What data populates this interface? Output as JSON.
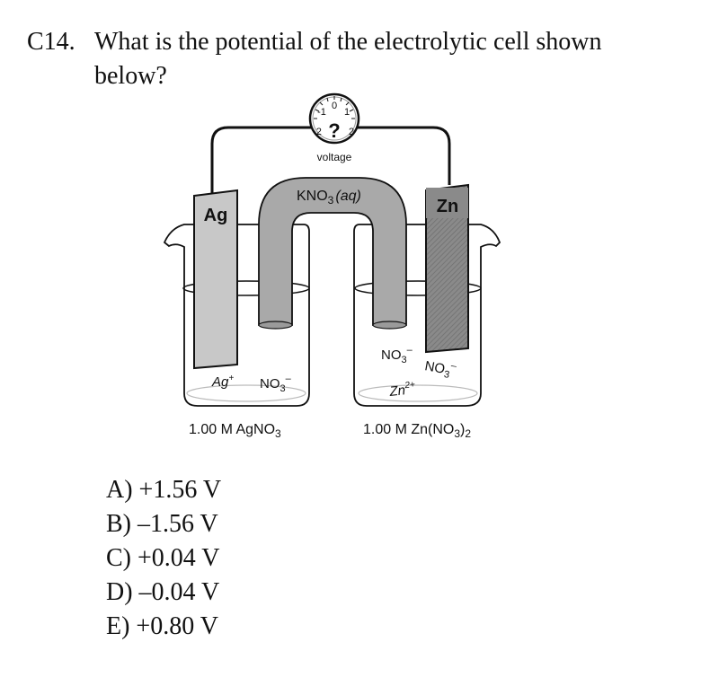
{
  "question": {
    "number": "C14.",
    "line1": "What is the potential of the electrolytic cell shown",
    "line2": "below?"
  },
  "diagram": {
    "meter": {
      "ticks": [
        "-2",
        "-1",
        "0",
        "1",
        "2"
      ],
      "symbol": "?",
      "label": "voltage"
    },
    "salt_bridge_label": {
      "formula_main": "KNO",
      "formula_sub": "3",
      "state": "(aq)"
    },
    "left_electrode": "Ag",
    "right_electrode": "Zn",
    "left_ions": {
      "cation": "Ag",
      "cation_charge": "+",
      "anion_main": "NO",
      "anion_sub": "3",
      "anion_charge": "–"
    },
    "right_ions": {
      "anion1_main": "NO",
      "anion1_sub": "3",
      "anion1_charge": "–",
      "anion2_main": "NO",
      "anion2_sub": "3",
      "anion2_charge": "–",
      "cation": "Zn",
      "cation_charge": "2+"
    },
    "left_solution": {
      "text": "1.00 M AgNO",
      "sub": "3"
    },
    "right_solution": {
      "pre": "1.00 M Zn(NO",
      "sub1": "3",
      "mid": ")",
      "sub2": "2"
    },
    "colors": {
      "electrode_ag": "#c8c8c8",
      "electrode_zn": "#8a8a8a",
      "salt_bridge": "#a9a9a9",
      "outline": "#111111"
    }
  },
  "choices": [
    "A) +1.56 V",
    "B) –1.56 V",
    "C) +0.04 V",
    "D) –0.04 V",
    "E) +0.80 V"
  ]
}
